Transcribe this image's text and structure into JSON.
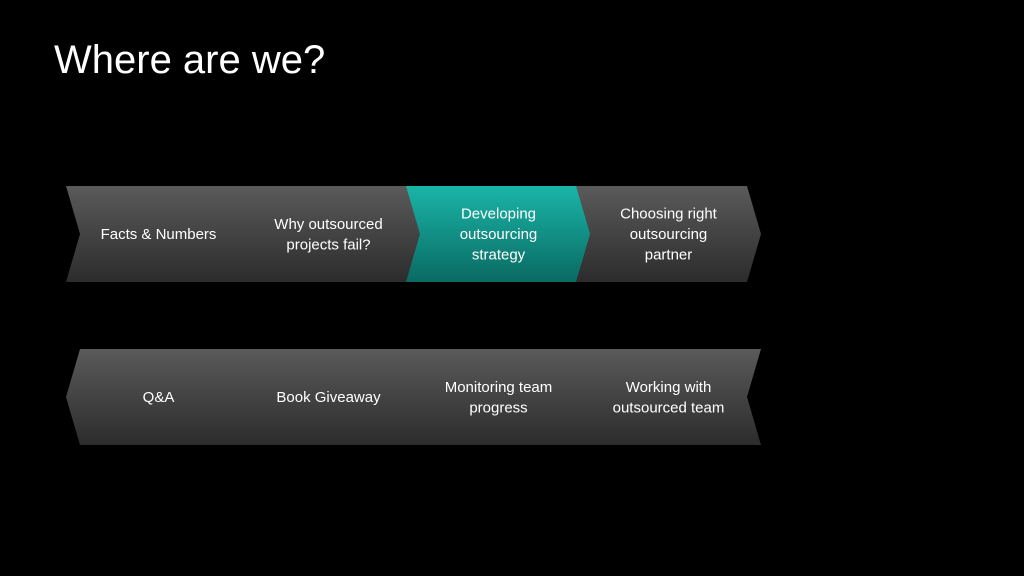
{
  "slide": {
    "title": "Where are we?"
  },
  "row_top": [
    {
      "lines": [
        "Facts & Numbers"
      ],
      "active": false
    },
    {
      "lines": [
        "Why outsourced",
        "projects fail?"
      ],
      "active": false
    },
    {
      "lines": [
        "Developing",
        "outsourcing",
        "strategy"
      ],
      "active": true
    },
    {
      "lines": [
        "Choosing right",
        "outsourcing",
        "partner"
      ],
      "active": false
    }
  ],
  "row_bottom": [
    {
      "lines": [
        "Q&A"
      ],
      "active": false
    },
    {
      "lines": [
        "Book Giveaway"
      ],
      "active": false
    },
    {
      "lines": [
        "Monitoring team",
        "progress"
      ],
      "active": false
    },
    {
      "lines": [
        "Working with",
        "outsourced team"
      ],
      "active": false
    }
  ],
  "colors": {
    "background": "#000000",
    "step_top": "#5a5a5a",
    "step_bottom": "#2c2c2c",
    "active_top": "#1ab5a8",
    "active_bottom": "#0a6a62",
    "text": "#ffffff"
  }
}
